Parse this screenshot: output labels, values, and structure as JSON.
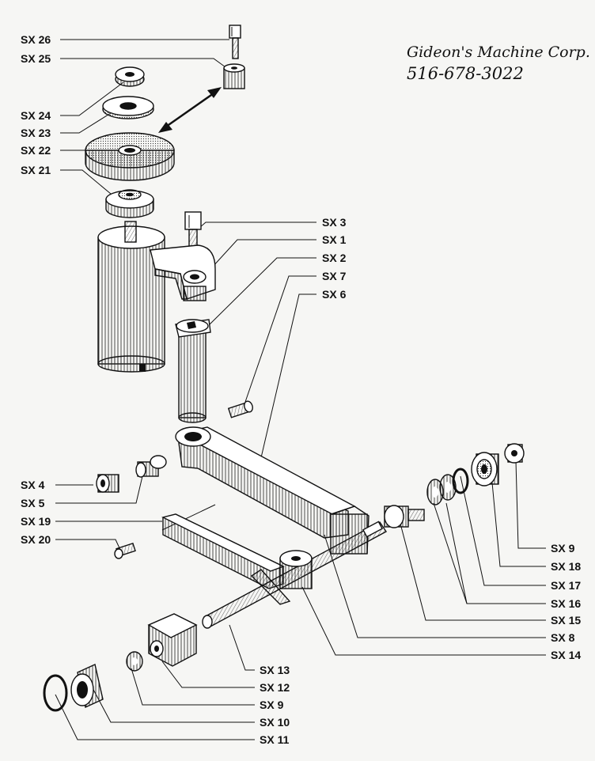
{
  "header": {
    "company": "Gideon's Machine Corp.",
    "phone": "516-678-3022"
  },
  "labels": {
    "sx26": "SX 26",
    "sx25": "SX 25",
    "sx24": "SX 24",
    "sx23": "SX 23",
    "sx22": "SX 22",
    "sx21": "SX 21",
    "sx3": "SX 3",
    "sx1": "SX 1",
    "sx2": "SX 2",
    "sx7": "SX 7",
    "sx6": "SX 6",
    "sx4": "SX 4",
    "sx5": "SX 5",
    "sx19": "SX 19",
    "sx20": "SX 20",
    "sx9a": "SX 9",
    "sx18": "SX 18",
    "sx17": "SX 17",
    "sx16": "SX 16",
    "sx15": "SX 15",
    "sx8": "SX 8",
    "sx14": "SX 14",
    "sx13": "SX 13",
    "sx12": "SX 12",
    "sx9b": "SX 9",
    "sx10": "SX 10",
    "sx11": "SX 11"
  },
  "colors": {
    "ink": "#111111",
    "paper": "#f6f6f4"
  }
}
